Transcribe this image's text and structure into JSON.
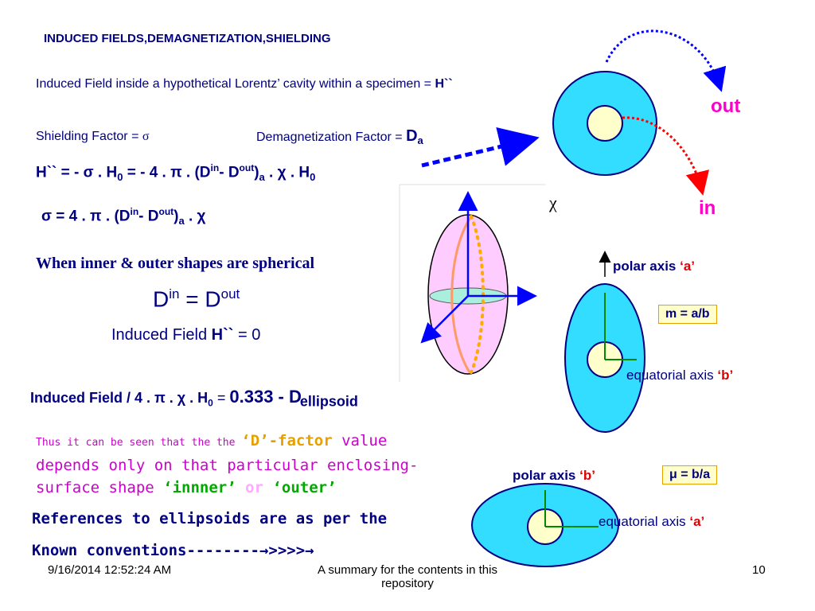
{
  "slide": {
    "title": "INDUCED FIELDS,DEMAGNETIZATION,SHIELDING",
    "induced_line": "Induced Field inside a hypothetical Lorentz’ cavity within a specimen = ",
    "induced_symbol": "H``",
    "shield_label": "Shielding Factor = ",
    "sigma": "σ",
    "demag_label": "Demagnetization Factor = ",
    "demag_D": "D",
    "demag_sub": "a",
    "eq1_a": "H``  =  - σ . H",
    "eq1_sub0": "0",
    "eq1_b": "  = - 4 . π .  (D",
    "sup_in": "in",
    "dash_D": "- D",
    "sup_out": "out",
    "close_paren": ")",
    "sub_a": "a",
    "eq1_c": " . χ . H",
    "eq2_a": "σ =  4 . π .  (D",
    "eq2_end": " . χ",
    "spherical": "When  inner & outer shapes are spherical",
    "din_D": "D",
    "din_eq": " =  D",
    "zero_a": "Induced Field ",
    "zero_b": " = 0",
    "ellip_a": "Induced Field / 4 . π . χ . H",
    "ellip_eq": " = ",
    "ellip_val": "0.333 - D",
    "ellip_sub": "ellipsoid",
    "thus_a": "Thus it can be seen that the the ",
    "thus_dfactor": "‘D’-factor",
    "thus_value": " value",
    "thus_line2": "depends only on that particular enclosing-",
    "thus_line3": "surface shape ",
    "inner": "‘innner’",
    "or": " or ",
    "outer": "‘outer’",
    "refs1": "References to ellipsoids are as per the",
    "refs2": "Known conventions--------",
    "refs_arrows": "→>>>>→"
  },
  "diagram": {
    "out_label": "out",
    "in_label": "in",
    "chi": "χ",
    "polar_a": "polar axis ",
    "polar_a_q": "‘a’",
    "m_box": "m = a/b",
    "equatorial_b": "equatorial axis ",
    "equatorial_b_q": "‘b’",
    "polar_b": "polar axis ",
    "polar_b_q": "‘b’",
    "mu_box": "μ = b/a",
    "equatorial_a": "equatorial axis ",
    "equatorial_a_q": "‘a’"
  },
  "footer": {
    "date": "9/16/2014 12:52:24 AM",
    "summary_1": "A summary for the contents in this",
    "summary_2": "repository",
    "page": "10"
  }
}
